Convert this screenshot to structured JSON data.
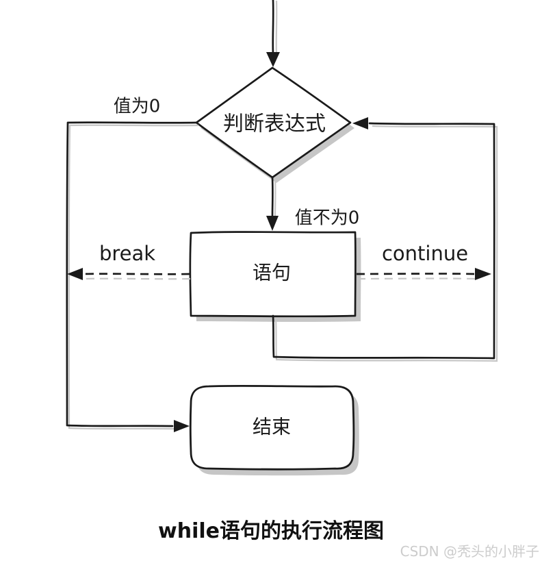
{
  "flowchart": {
    "title": "while语句的执行流程图",
    "watermark": "CSDN @秃头的小胖子",
    "nodes": {
      "condition": "判断表达式",
      "statement": "语句",
      "end": "结束"
    },
    "edge_labels": {
      "condition_false": "值为0",
      "condition_true": "值不为0",
      "break": "break",
      "continue": "continue"
    }
  },
  "colors": {
    "ink": "#1a1a1a",
    "shape_fill": "#ffffff",
    "shadow": "#c6c6c6",
    "background": "#ffffff",
    "title_text": "#111111",
    "watermark_text": "#cccccc"
  }
}
